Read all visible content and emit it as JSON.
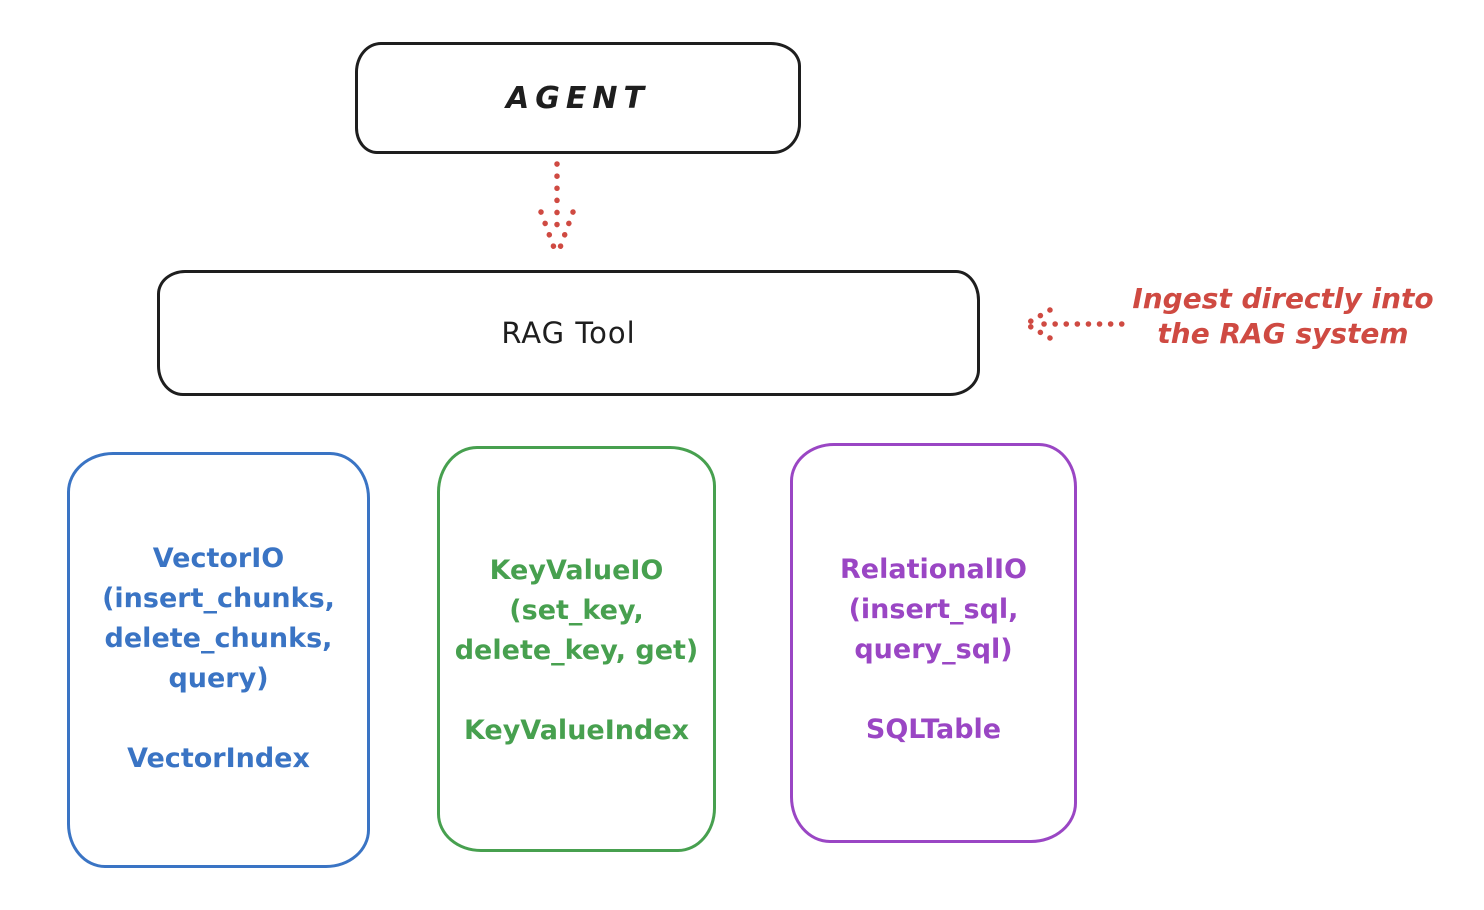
{
  "colors": {
    "ink": "#1e1e1e",
    "red": "#cf4a42",
    "blue": "#3a74c4",
    "green": "#47a04f",
    "purple": "#9a46c4"
  },
  "agent": {
    "label": "AGENT"
  },
  "rag_tool": {
    "label": "RAG Tool"
  },
  "annotation": {
    "line1": "Ingest directly into",
    "line2": "the RAG system"
  },
  "backends": [
    {
      "title": "VectorIO",
      "params": [
        "(insert_chunks,",
        "delete_chunks,",
        "query)"
      ],
      "index": "VectorIndex",
      "color": "#3a74c4"
    },
    {
      "title": "KeyValueIO",
      "params": [
        "(set_key,",
        "delete_key, get)"
      ],
      "index": "KeyValueIndex",
      "color": "#47a04f"
    },
    {
      "title": "RelationalIO",
      "params": [
        "(insert_sql,",
        "query_sql)"
      ],
      "index": "SQLTable",
      "color": "#9a46c4"
    }
  ]
}
